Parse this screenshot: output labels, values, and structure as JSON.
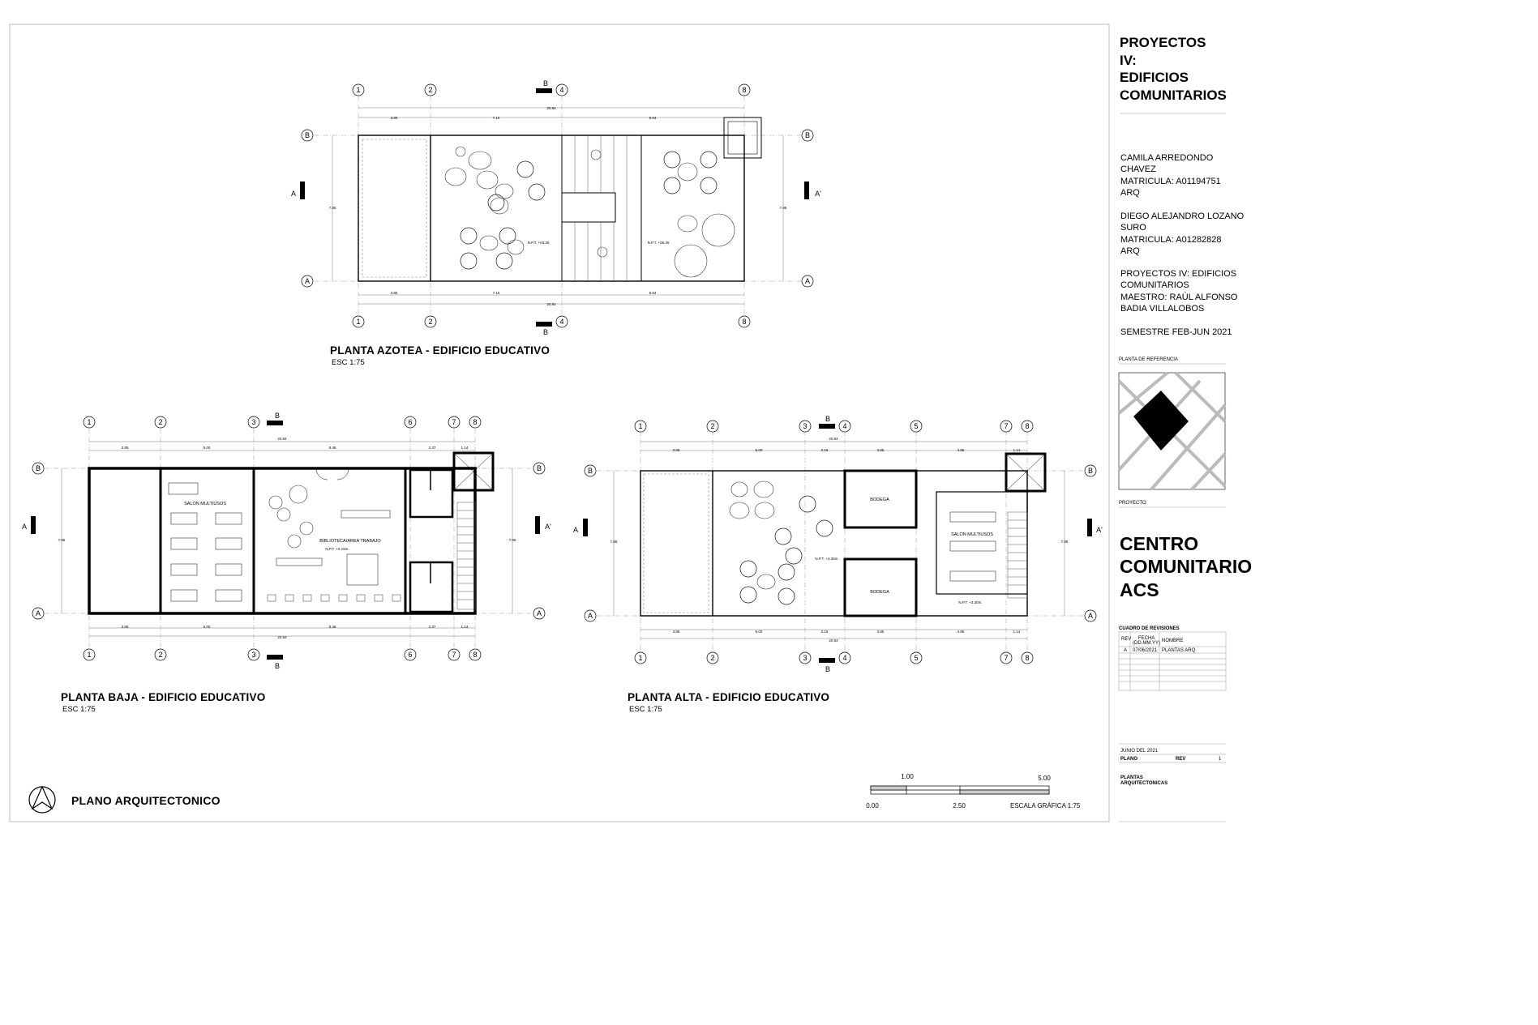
{
  "sheet": {
    "main_title": "PLANO ARQUITECTONICO",
    "north_symbol": "north-arrow-icon"
  },
  "plans": {
    "azotea": {
      "title": "PLANTA AZOTEA - EDIFICIO EDUCATIVO",
      "scale": "ESC 1:75",
      "columns": [
        "1",
        "2",
        "4",
        "8"
      ],
      "rows": [
        "B",
        "A"
      ],
      "dims": [
        "3.85",
        "7.15",
        "9.84",
        "20.84"
      ],
      "height_dim": "7.85",
      "levels": [
        "N.P.T. +03.30",
        "N.P.T. +06.30"
      ],
      "section_b": "B",
      "section_a": "A",
      "section_a_prime": "A'"
    },
    "baja": {
      "title": "PLANTA BAJA - EDIFICIO EDUCATIVO",
      "scale": "ESC 1:75",
      "columns": [
        "1",
        "2",
        "3",
        "6",
        "7",
        "8"
      ],
      "rows": [
        "B",
        "A"
      ],
      "dims": [
        "3.85",
        "5.00",
        "8.48",
        "2.37",
        "1.14",
        "20.84"
      ],
      "height_dim": "7.85",
      "rooms": [
        "SALON MULTIUSOS",
        "BIBLIOTECA/AREA TRABAJO"
      ],
      "level": "N.P.T. +0.15m.",
      "section_b": "B",
      "section_a": "A",
      "section_a_prime": "A'"
    },
    "alta": {
      "title": "PLANTA ALTA - EDIFICIO EDUCATIVO",
      "scale": "ESC 1:75",
      "columns": [
        "1",
        "2",
        "3",
        "4",
        "5",
        "7",
        "8"
      ],
      "rows": [
        "B",
        "A"
      ],
      "dims": [
        "3.85",
        "5.00",
        "2.15",
        "3.85",
        "4.85",
        "1.14",
        "20.84"
      ],
      "height_dim": "7.85",
      "rooms": [
        "BODEGA",
        "BODEGA",
        "SALON MULTIUSOS"
      ],
      "levels": [
        "N.P.T. +3.30m.",
        "N.P.T. +3.30m."
      ],
      "section_b": "B",
      "section_a": "A",
      "section_a_prime": "A'"
    }
  },
  "scale_bar": {
    "top_labels": [
      "1.00",
      "5.00"
    ],
    "bottom_labels": [
      "0.00",
      "2.50"
    ],
    "caption": "ESCALA GRÁFICA 1:75"
  },
  "title_block": {
    "course_title": [
      "PROYECTOS",
      "IV:",
      "EDIFICIOS",
      "COMUNITARIOS"
    ],
    "author1": [
      "CAMILA ARREDONDO",
      "CHAVEZ",
      "MATRICULA: A01194751",
      "ARQ"
    ],
    "author2": [
      "DIEGO ALEJANDRO LOZANO",
      "SURO",
      "MATRICULA: A01282828",
      "ARQ"
    ],
    "course_info": [
      "PROYECTOS IV: EDIFICIOS",
      "COMUNITARIOS",
      "MAESTRO: RAÚL ALFONSO",
      "BADIA VILLALOBOS"
    ],
    "semester": "SEMESTRE FEB-JUN 2021",
    "reference_label": "PLANTA DE REFERENCIA",
    "project_label": "PROYECTO",
    "project_name": [
      "CENTRO",
      "COMUNITARIO",
      "ACS"
    ],
    "revisions_label": "CUADRO DE REVISIONES",
    "revisions_headers": [
      "REV",
      "FECHA",
      "(DD.MM.YY)",
      "NOMBRE"
    ],
    "revision_row": [
      "A",
      "07/06/2021",
      "PLANTAS ARQ"
    ],
    "date": "JUNIO DEL 2021",
    "plano_label": "PLANO",
    "rev_label": "REV",
    "rev_value": "1",
    "drawing_name": [
      "PLANTAS",
      "ARQUITECTONICAS"
    ]
  }
}
